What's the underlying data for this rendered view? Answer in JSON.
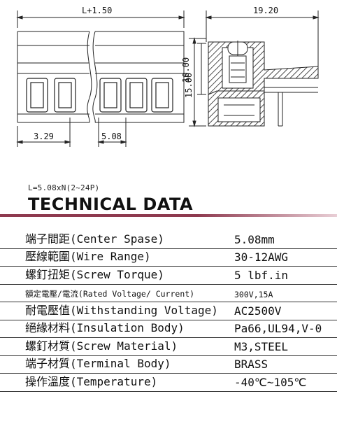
{
  "drawing": {
    "dim_length": "L+1.50",
    "dim_width": "19.20",
    "dim_height_outer": "15.00",
    "dim_height_inner": "10.00",
    "dim_pin_offset": "3.29",
    "dim_pitch": "5.08"
  },
  "formula": "L=5.08xN(2~24P)",
  "title": "TECHNICAL DATA",
  "specs": [
    {
      "label": "端子間距(Center Spase)",
      "value": "5.08mm"
    },
    {
      "label": "壓線範圍(Wire Range)",
      "value": "30-12AWG"
    },
    {
      "label": "螺釘扭矩(Screw Torque)",
      "value": "5 lbf.in"
    },
    {
      "label": "額定電壓/電流(Rated Voltage/ Current)",
      "value": "300V,15A"
    },
    {
      "label": "耐電壓值(Withstanding Voltage)",
      "value": "AC2500V"
    },
    {
      "label": "絕緣材料(Insulation Body)",
      "value": "Pa66,UL94,V-0"
    },
    {
      "label": "螺釘材質(Screw Material)",
      "value": "M3,STEEL"
    },
    {
      "label": "端子材質(Terminal Body)",
      "value": "BRASS"
    },
    {
      "label": "操作溫度(Temperature)",
      "value": "-40℃~105℃"
    }
  ]
}
